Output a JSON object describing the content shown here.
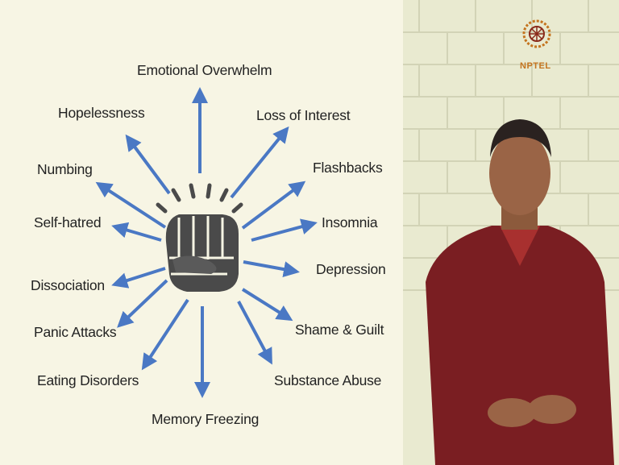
{
  "diagram": {
    "center_icon": "fist-icon",
    "arrow_color": "#4a78c4",
    "labels": {
      "emotional_overwhelm": "Emotional Overwhelm",
      "hopelessness": "Hopelessness",
      "loss_of_interest": "Loss of Interest",
      "numbing": "Numbing",
      "flashbacks": "Flashbacks",
      "self_hatred": "Self-hatred",
      "insomnia": "Insomnia",
      "depression": "Depression",
      "dissociation": "Dissociation",
      "panic_attacks": "Panic Attacks",
      "shame_guilt": "Shame & Guilt",
      "eating_disorders": "Eating Disorders",
      "substance_abuse": "Substance Abuse",
      "memory_freezing": "Memory Freezing"
    }
  },
  "logo": {
    "text": "NPTEL",
    "color": "#c4741f"
  }
}
